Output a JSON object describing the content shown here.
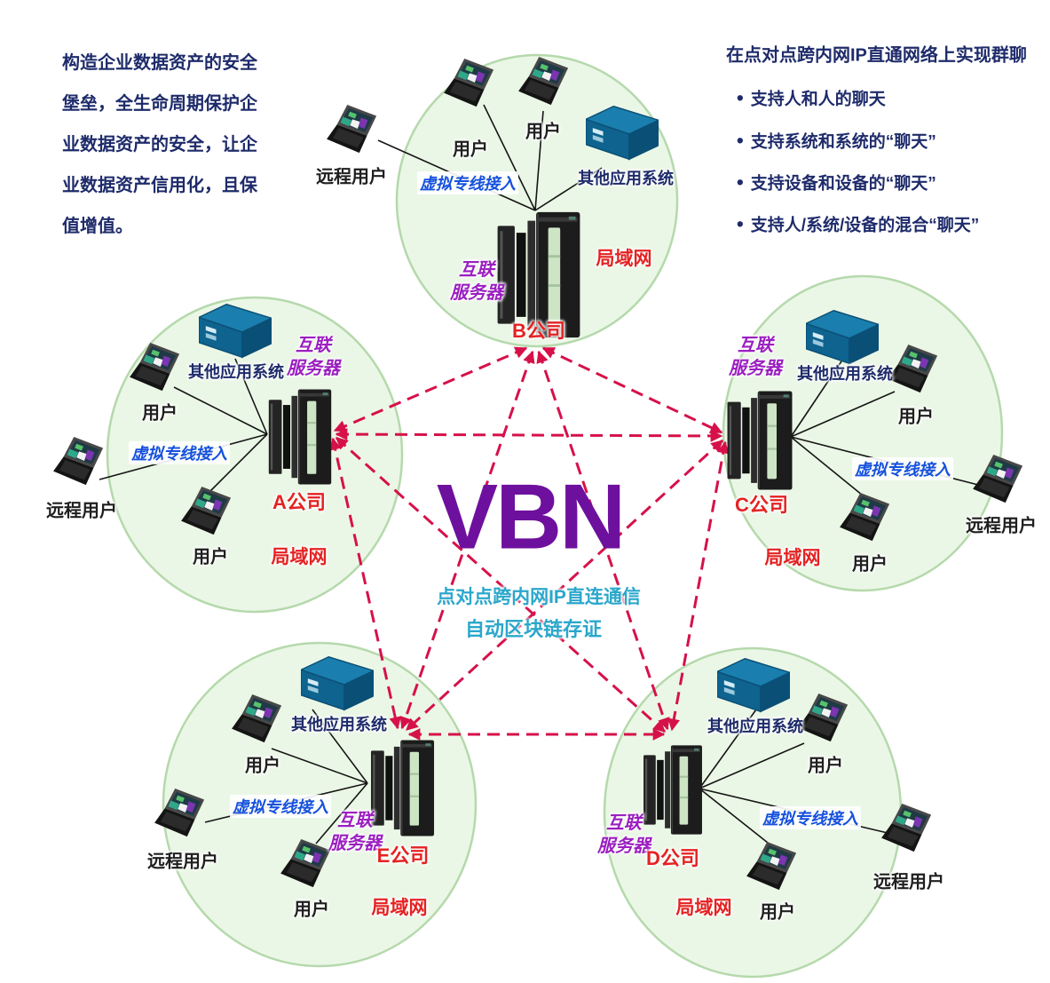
{
  "left_note": {
    "lines": [
      "构造企业数据资产的安全",
      "堡垒，全生命周期保护企",
      "业数据资产的安全，让企",
      "业数据资产信用化，且保",
      "值增值。"
    ]
  },
  "right_panel": {
    "title": "在点对点跨内网IP直通网络上实现群聊",
    "bullet": "•",
    "bullets": [
      "支持人和人的聊天",
      "支持系统和系统的“聊天”",
      "支持设备和设备的“聊天”",
      "支持人/系统/设备的混合“聊天”"
    ]
  },
  "center": {
    "logo": "VBN",
    "subtitle1": "点对点跨内网IP直连通信",
    "subtitle2": "自动区块链存证"
  },
  "networks": [
    {
      "id": "B",
      "company": "B公司",
      "lan": "局域网",
      "server_line1": "互联",
      "server_line2": "服务器",
      "vpn": "虚拟专线接入",
      "other_system": "其他应用系统",
      "user1": "用户",
      "user2": "用户",
      "remote": "远程用户"
    },
    {
      "id": "A",
      "company": "A公司",
      "lan": "局域网",
      "server_line1": "互联",
      "server_line2": "服务器",
      "vpn": "虚拟专线接入",
      "other_system": "其他应用系统",
      "user1": "用户",
      "user2": "用户",
      "remote": "远程用户"
    },
    {
      "id": "C",
      "company": "C公司",
      "lan": "局域网",
      "server_line1": "互联",
      "server_line2": "服务器",
      "vpn": "虚拟专线接入",
      "other_system": "其他应用系统",
      "user1": "用户",
      "user2": "用户",
      "remote": "远程用户"
    },
    {
      "id": "E",
      "company": "E公司",
      "lan": "局域网",
      "server_line1": "互联",
      "server_line2": "服务器",
      "vpn": "虚拟专线接入",
      "other_system": "其他应用系统",
      "user1": "用户",
      "user2": "用户",
      "remote": "远程用户"
    },
    {
      "id": "D",
      "company": "D公司",
      "lan": "局域网",
      "server_line1": "互联",
      "server_line2": "服务器",
      "vpn": "虚拟专线接入",
      "other_system": "其他应用系统",
      "user1": "用户",
      "user2": "用户",
      "remote": "远程用户"
    }
  ],
  "icons": {
    "laptop": "laptop-icon",
    "server": "server-rack-icon",
    "appliance": "appliance-box-icon"
  },
  "colors": {
    "network_fill": "#ebf7e6",
    "network_border": "#b5d9ac",
    "dash_red": "#d6114a",
    "label_red": "#e42222",
    "label_purple": "#9b1fc1",
    "label_blue": "#1550dd",
    "teal": "#2ba7cb",
    "navy": "#1e2b6a",
    "vbn_purple": "#6e109e"
  }
}
